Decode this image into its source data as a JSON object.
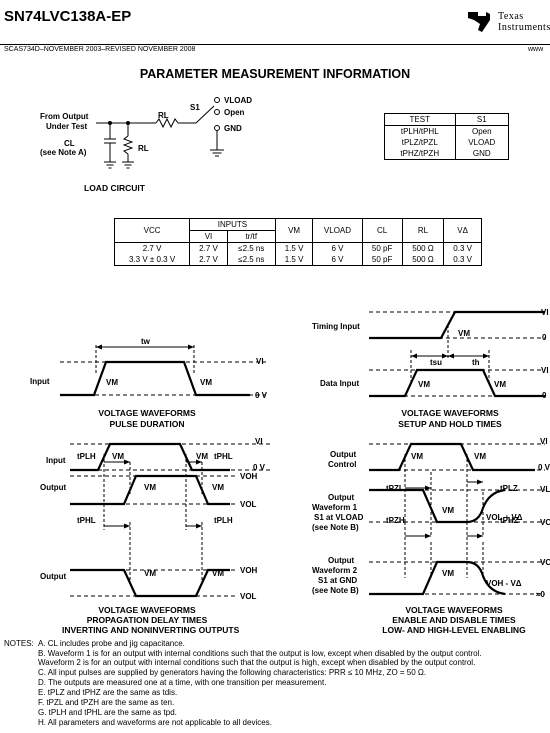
{
  "header": {
    "part": "SN74LVC138A-EP",
    "logo_line1": "Texas",
    "logo_line2": "Instruments",
    "doc_number": "SCAS734D–NOVEMBER 2003–REVISED NOVEMBER 2008",
    "url": "www"
  },
  "section_title": "PARAMETER MEASUREMENT INFORMATION",
  "load_circuit": {
    "from_output": "From Output",
    "under_test": "Under Test",
    "cl": "CL",
    "see_note": "(see Note A)",
    "rl": "RL",
    "rl2": "RL",
    "s1": "S1",
    "vload": "VLOAD",
    "open": "Open",
    "gnd": "GND",
    "caption": "LOAD CIRCUIT"
  },
  "test_table": {
    "headers": [
      "TEST",
      "S1"
    ],
    "rows": [
      [
        "tPLH/tPHL",
        "Open"
      ],
      [
        "tPLZ/tPZL",
        "VLOAD"
      ],
      [
        "tPHZ/tPZH",
        "GND"
      ]
    ]
  },
  "param_table": {
    "vcc": "VCC",
    "inputs": "INPUTS",
    "vi": "VI",
    "trtf": "tr/tf",
    "vm": "VM",
    "vload": "VLOAD",
    "cl": "CL",
    "rl": "RL",
    "vd": "VΔ",
    "rows": [
      [
        "2.7 V",
        "2.7 V",
        "≤2.5 ns",
        "1.5 V",
        "6 V",
        "50 pF",
        "500 Ω",
        "0.3 V"
      ],
      [
        "3.3 V ± 0.3 V",
        "2.7 V",
        "≤2.5 ns",
        "1.5 V",
        "6 V",
        "50 pF",
        "500 Ω",
        "0.3 V"
      ]
    ]
  },
  "waveforms": {
    "pulse": {
      "input": "Input",
      "tw": "tw",
      "vm1": "VM",
      "vm2": "VM",
      "vi": "VI",
      "zero": "0 V",
      "cap1": "VOLTAGE WAVEFORMS",
      "cap2": "PULSE DURATION"
    },
    "setup": {
      "timing": "Timing Input",
      "data": "Data Input",
      "tsu": "tsu",
      "th": "th",
      "vm1": "VM",
      "vm2": "VM",
      "vm3": "VM",
      "v1": "VI",
      "z1": "0",
      "v2": "VI",
      "z2": "0",
      "cap1": "VOLTAGE WAVEFORMS",
      "cap2": "SETUP AND HOLD TIMES"
    },
    "prop": {
      "input": "Input",
      "output1": "Output",
      "output2": "Output",
      "vi": "VI",
      "zero": "0 V",
      "voh1": "VOH",
      "vol1": "VOL",
      "voh2": "VOH",
      "vol2": "VOL",
      "tplh1": "tPLH",
      "tphl1": "tPHL",
      "tphl2": "tPHL",
      "tplh2": "tPLH",
      "vm": "VM",
      "cap1": "VOLTAGE WAVEFORMS",
      "cap2": "PROPAGATION DELAY TIMES",
      "cap3": "INVERTING AND NONINVERTING OUTPUTS"
    },
    "enable": {
      "oc1": "Output",
      "oc2": "Control",
      "w1a": "Output",
      "w1b": "Waveform 1",
      "w1c": "S1 at VLOAD",
      "w1d": "(see Note B)",
      "w2a": "Output",
      "w2b": "Waveform 2",
      "w2c": "S1 at GND",
      "w2d": "(see Note B)",
      "tpzl": "tPZL",
      "tplz": "tPLZ",
      "tpzh": "tPZH",
      "tphz": "tPHZ",
      "vi": "VI",
      "zero": "0 V",
      "vl": "VL",
      "vo1": "VO",
      "vo2": "VO",
      "z3": "≈0",
      "volvd": "VOL + VΔ",
      "vohvd": "VOH - VΔ",
      "vm": "VM",
      "cap1": "VOLTAGE WAVEFORMS",
      "cap2": "ENABLE AND DISABLE TIMES",
      "cap3": "LOW- AND HIGH-LEVEL ENABLING"
    }
  },
  "notes": {
    "label": "NOTES:",
    "items": [
      "A.  CL includes probe and jig capacitance.",
      "B.  Waveform 1 is for an output with internal conditions such that the output is low, except when disabled by the output control.",
      "       Waveform 2 is for an output with internal conditions such that the output is high, except when disabled by the output control.",
      "C.  All input pulses are supplied by generators having the following characteristics: PRR ≤ 10 MHz, ZO = 50 Ω.",
      "D.  The outputs are measured one at a time, with one transition per measurement.",
      "E.  tPLZ and tPHZ are the same as tdis.",
      "F.  tPZL and tPZH are the same as ten.",
      "G.  tPLH and tPHL are the same as tpd.",
      "H.  All parameters and waveforms are not applicable to all devices."
    ]
  }
}
